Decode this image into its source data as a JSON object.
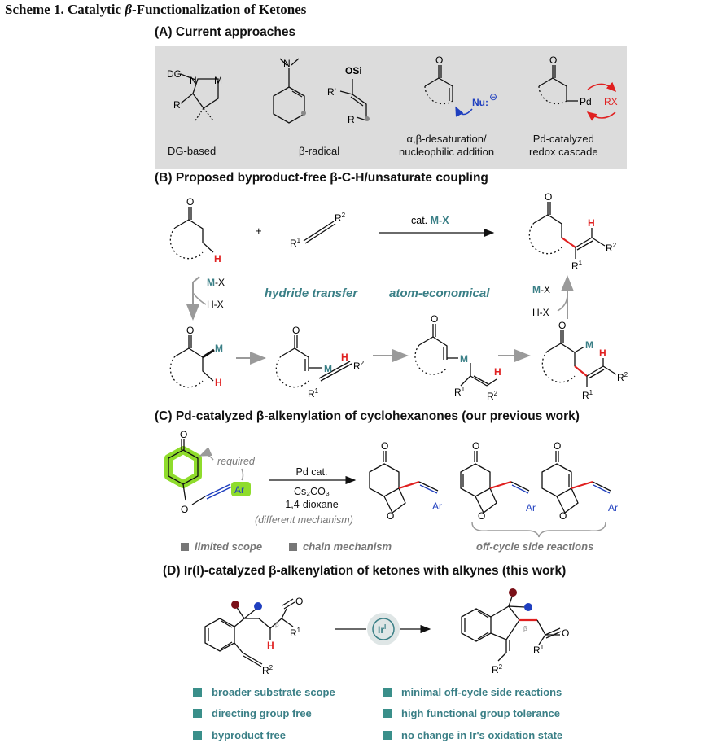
{
  "scheme": {
    "prefix": "Scheme 1. Catalytic ",
    "beta": "β",
    "suffix": "-Functionalization of Ketones"
  },
  "sectionA": {
    "title": "(A) Current approaches",
    "items": [
      {
        "label": "DG-based"
      },
      {
        "label": "β-radical"
      },
      {
        "label": "α,β-desaturation/\nnucleophilic addition"
      },
      {
        "label": "Pd-catalyzed\nredox cascade"
      }
    ],
    "atoms": {
      "dg": "DG",
      "n": "N",
      "m": "M",
      "r": "R",
      "nme2": "N",
      "osi": "OSi",
      "rprime": "R'",
      "nu": "Nu:",
      "minus": "⊖",
      "pd": "Pd",
      "rx": "RX",
      "o": "O"
    }
  },
  "sectionB": {
    "title": "(B) Proposed byproduct-free β-C-H/unsaturate coupling",
    "catalyst_prefix": "cat. ",
    "catalyst_mx": "M-X",
    "plus": "+",
    "hydride": "hydride transfer",
    "atom_econ": "atom-economical",
    "mx": "M-X",
    "hx": "H-X",
    "atoms": {
      "o": "O",
      "h": "H",
      "m": "M",
      "r1": "R",
      "r2": "R",
      "sup1": "1",
      "sup2": "2"
    }
  },
  "sectionC": {
    "title": "(C) Pd-catalyzed β-alkenylation of cyclohexanones (our previous work)",
    "required": "required",
    "cond1": "Pd cat.",
    "cond2": "Cs₂CO₃",
    "cond3": "1,4-dioxane",
    "different": "(different mechanism)",
    "limited": "limited scope",
    "chain": "chain mechanism",
    "offcycle": "off-cycle side reactions",
    "atoms": {
      "o": "O",
      "ar": "Ar"
    }
  },
  "sectionD": {
    "title": "(D) Ir(I)-catalyzed β-alkenylation of ketones with alkynes (this work)",
    "ir": "Ir",
    "ir_sup": "I",
    "features_left": [
      "broader substrate scope",
      "directing group free",
      "byproduct free"
    ],
    "features_right": [
      "minimal off-cycle side reactions",
      "high functional group tolerance",
      "no change in Ir's oxidation state"
    ],
    "atoms": {
      "o": "O",
      "h": "H",
      "beta": "β",
      "r1": "R",
      "r2": "R",
      "sup1": "1",
      "sup2": "2"
    }
  },
  "colors": {
    "teal": "#3a7f86",
    "red": "#e02020",
    "blue": "#1f3fbf",
    "green": "#8fdc2c",
    "maroon": "#7a1018",
    "panelA": "#dcdcdc",
    "panelB": "#fbf7d2",
    "grey_arrow": "#9a9a9a"
  }
}
